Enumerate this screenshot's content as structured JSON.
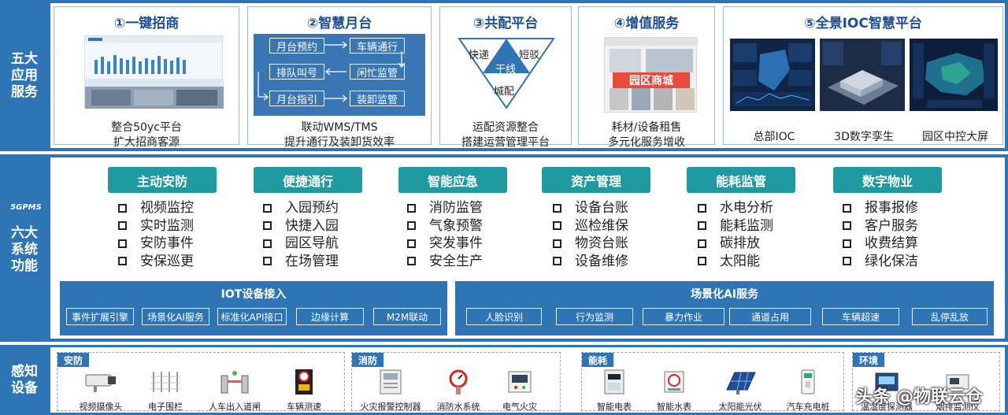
{
  "sections": {
    "top_label": "五大\n应用\n服务",
    "middle_label": "六大\n系统\n功能",
    "middle_logo": "5GPMS",
    "bottom_label": "感知\n设备"
  },
  "applications": [
    {
      "title": "①一键招商",
      "desc": [
        "整合50yc平台",
        "扩大招商客源"
      ]
    },
    {
      "title": "②智慧月台",
      "desc": [
        "联动WMS/TMS",
        "提升通行及装卸货效率"
      ],
      "flow": [
        "月台预约",
        "车辆通行",
        "排队叫号",
        "闲忙监管",
        "月台指引",
        "装卸监管"
      ]
    },
    {
      "title": "③共配平台",
      "desc": [
        "运配资源整合",
        "搭建运营管理平台"
      ],
      "triangle": [
        "快递",
        "短驳",
        "干线",
        "城配"
      ]
    },
    {
      "title": "④增值服务",
      "desc": [
        "耗材/设备租售",
        "多元化服务增收"
      ],
      "banner": "园区商城"
    },
    {
      "title": "⑤全景IOC智慧平台",
      "captions": [
        "总部IOC",
        "3D数字孪生",
        "园区中控大屏"
      ]
    }
  ],
  "systems": [
    {
      "name": "主动安防",
      "items": [
        "视频监控",
        "实时监测",
        "安防事件",
        "安保巡更"
      ]
    },
    {
      "name": "便捷通行",
      "items": [
        "入园预约",
        "快捷入园",
        "园区导航",
        "在场管理"
      ]
    },
    {
      "name": "智能应急",
      "items": [
        "消防监管",
        "气象预警",
        "突发事件",
        "安全生产"
      ]
    },
    {
      "name": "资产管理",
      "items": [
        "设备台账",
        "巡检维保",
        "物资台账",
        "设备维修"
      ]
    },
    {
      "name": "能耗监管",
      "items": [
        "水电分析",
        "能耗监测",
        "碳排放",
        "太阳能"
      ]
    },
    {
      "name": "数字物业",
      "items": [
        "报事报修",
        "客户服务",
        "收费结算",
        "绿化保洁"
      ]
    }
  ],
  "iot": {
    "title": "IOT设备接入",
    "buttons": [
      "事件扩展引擎",
      "场景化AI服务",
      "标准化API接口",
      "边缘计算",
      "M2M联动"
    ]
  },
  "ai": {
    "title": "场景化AI服务",
    "buttons": [
      "人脸识别",
      "行为监测",
      "暴力作业",
      "通道占用",
      "车辆超速",
      "乱停乱放"
    ]
  },
  "device_groups": [
    {
      "tag": "安防",
      "devices": [
        "视频摄像头",
        "电子围栏",
        "人车出入道闸",
        "车辆测速"
      ]
    },
    {
      "tag": "消防",
      "devices": [
        "火灾报警控制器",
        "消防水系统",
        "电气火灾"
      ]
    },
    {
      "tag": "能耗",
      "devices": [
        "智能电表",
        "智能水表",
        "太阳能光伏",
        "汽车充电桩"
      ]
    },
    {
      "tag": "环境",
      "devices": [
        "温湿度探测器",
        "烟排监测仪"
      ]
    }
  ],
  "watermark": "头条 @物联云仓",
  "colors": {
    "band_blue": "#2f75b5",
    "teal": "#1f9aa0",
    "title_blue": "#1f4e99"
  }
}
